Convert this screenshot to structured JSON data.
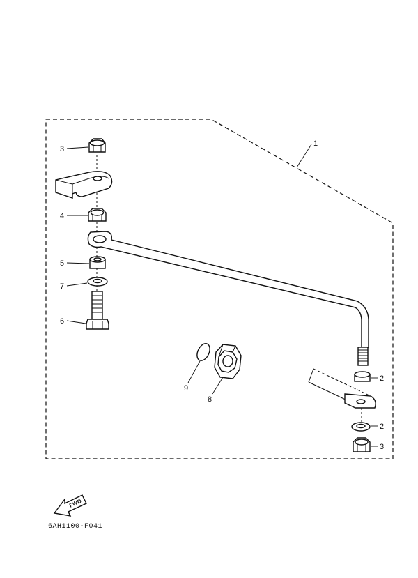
{
  "callouts": {
    "c1": "1",
    "c2a": "2",
    "c2b": "2",
    "c3a": "3",
    "c3b": "3",
    "c4": "4",
    "c5": "5",
    "c6": "6",
    "c7": "7",
    "c8": "8",
    "c9": "9"
  },
  "fwd_label": "FWD",
  "diagram_code": "6AH1100-F041"
}
